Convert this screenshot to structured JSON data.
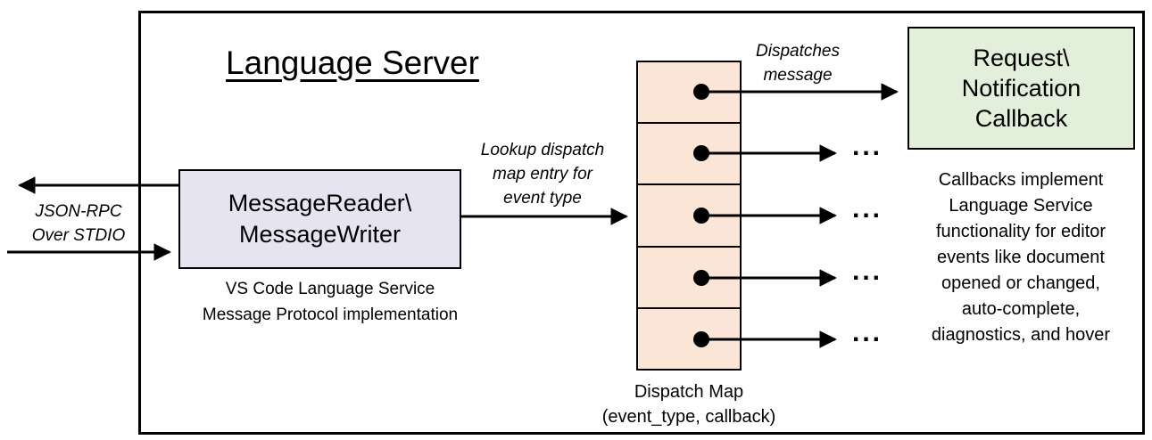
{
  "diagram": {
    "title": "Language Server",
    "stdio_label": "JSON-RPC\nOver STDIO",
    "message_box_label": "MessageReader\\\nMessageWriter",
    "message_box_caption": "VS Code Language Service\nMessage Protocol implementation",
    "lookup_label": "Lookup dispatch\nmap entry for\nevent type",
    "dispatches_label": "Dispatches\nmessage",
    "dispatch_map_caption": "Dispatch Map\n(event_type, callback)",
    "callback_box_label": "Request\\\nNotification\nCallback",
    "callback_description": "Callbacks implement\nLanguage Service\nfunctionality for editor\nevents like document\nopened or changed,\nauto-complete,\ndiagnostics, and hover",
    "ellipsis": "...",
    "colors": {
      "message_box_fill": "#e6e4f0",
      "dispatch_map_fill": "#fbe5d6",
      "callback_box_fill": "#e2efda",
      "border": "#000000"
    }
  }
}
